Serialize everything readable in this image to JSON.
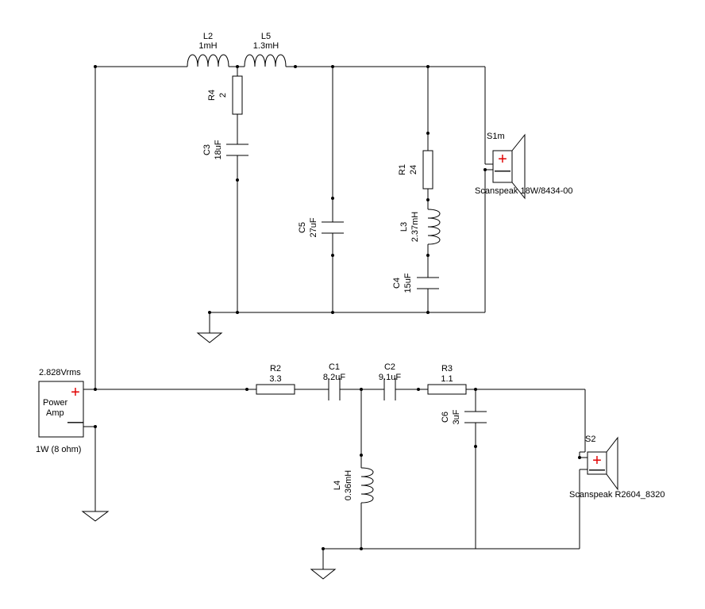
{
  "components": {
    "L2": {
      "ref": "L2",
      "value": "1mH"
    },
    "L5": {
      "ref": "L5",
      "value": "1.3mH"
    },
    "R4": {
      "ref": "R4",
      "value": "2"
    },
    "C3": {
      "ref": "C3",
      "value": "18uF"
    },
    "C5": {
      "ref": "C5",
      "value": "27uF"
    },
    "R1": {
      "ref": "R1",
      "value": "24"
    },
    "L3": {
      "ref": "L3",
      "value": "2.37mH"
    },
    "C4": {
      "ref": "C4",
      "value": "15uF"
    },
    "S1m": {
      "ref": "S1m",
      "model": "Scanspeak 18W/8434-00"
    },
    "R2": {
      "ref": "R2",
      "value": "3.3"
    },
    "C1": {
      "ref": "C1",
      "value": "8.2uF"
    },
    "C2": {
      "ref": "C2",
      "value": "9.1uF"
    },
    "R3": {
      "ref": "R3",
      "value": "1.1"
    },
    "C6": {
      "ref": "C6",
      "value": "3uF"
    },
    "L4": {
      "ref": "L4",
      "value": "0.36mH"
    },
    "S2": {
      "ref": "S2",
      "model": "Scanspeak R2604_8320"
    }
  },
  "source": {
    "voltage": "2.828Vrms",
    "line1": "Power",
    "line2": "Amp",
    "power": "1W (8 ohm)",
    "plus": "+",
    "minus": "—"
  },
  "speaker_signs": {
    "plus": "+",
    "minus": "—"
  }
}
